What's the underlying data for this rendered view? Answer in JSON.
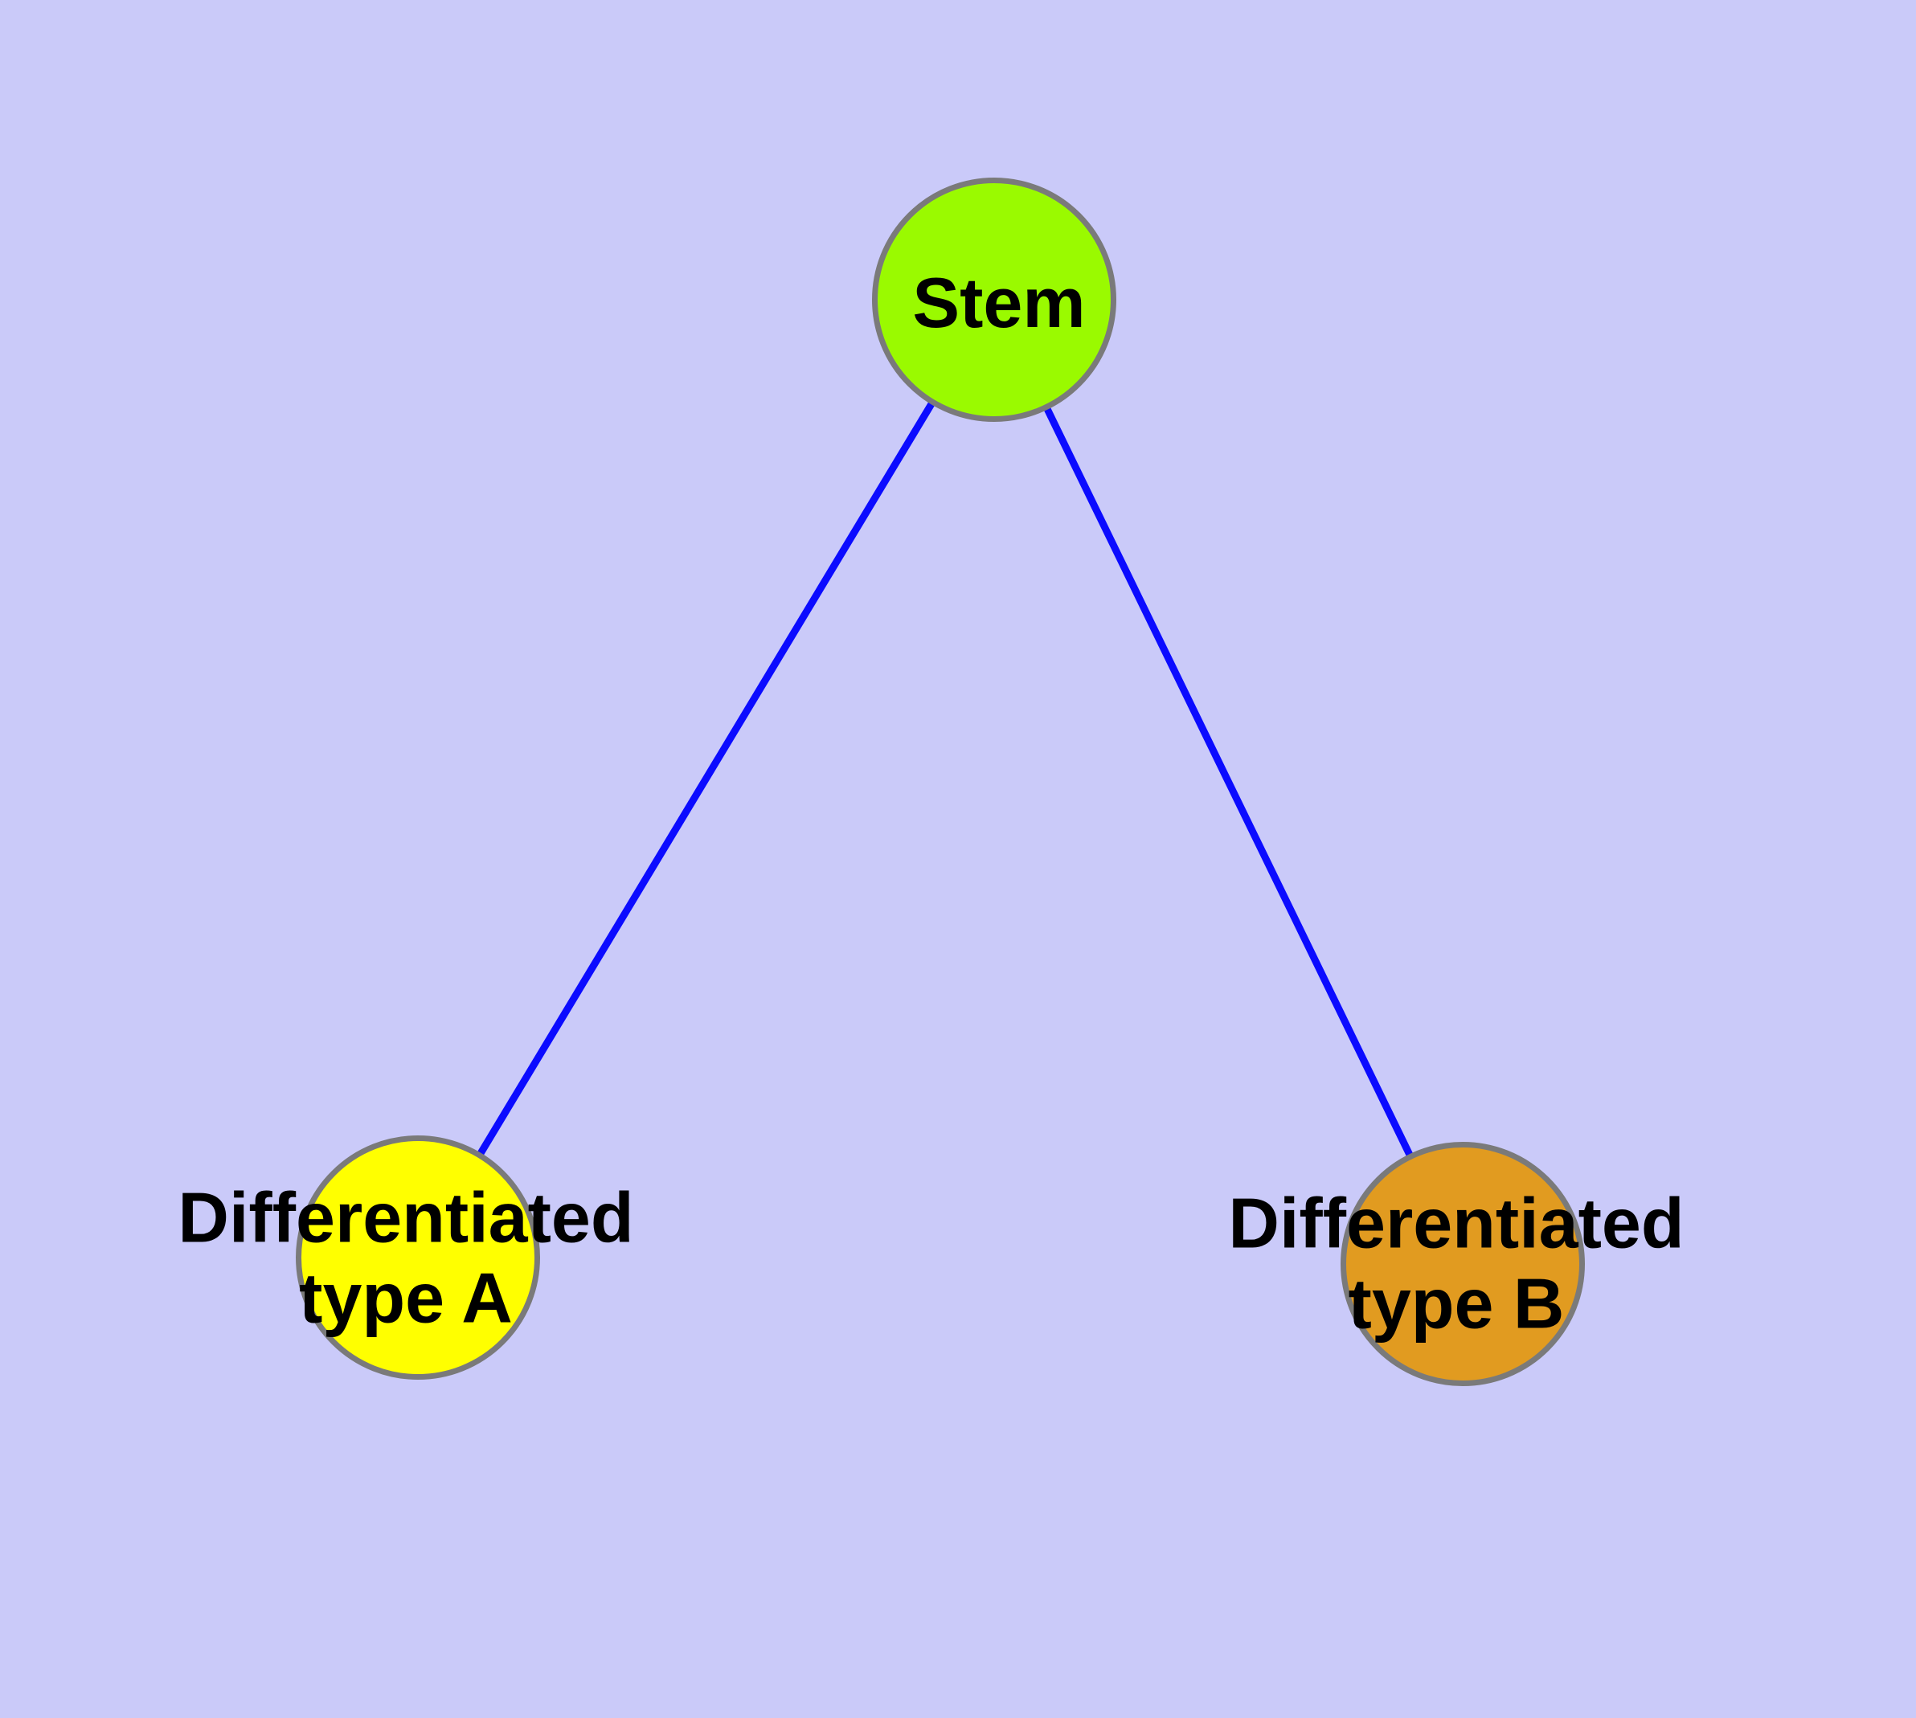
{
  "diagram": {
    "background_color": "#cacaf9",
    "edge_color": "#0b0bff",
    "node_border_color": "#7a7a7a",
    "label_color": "#000000",
    "nodes": [
      {
        "id": "stem",
        "label": "Stem",
        "color": "#9afa00"
      },
      {
        "id": "typeA",
        "label_line1": "Differentiated",
        "label_line2": "type A",
        "color": "#ffff00"
      },
      {
        "id": "typeB",
        "label_line1": "Differentiated",
        "label_line2": "type B",
        "color": "#e19b20"
      }
    ],
    "edges": [
      {
        "from": "Stem",
        "to": "Differentiated type A"
      },
      {
        "from": "Stem",
        "to": "Differentiated type B"
      }
    ]
  }
}
